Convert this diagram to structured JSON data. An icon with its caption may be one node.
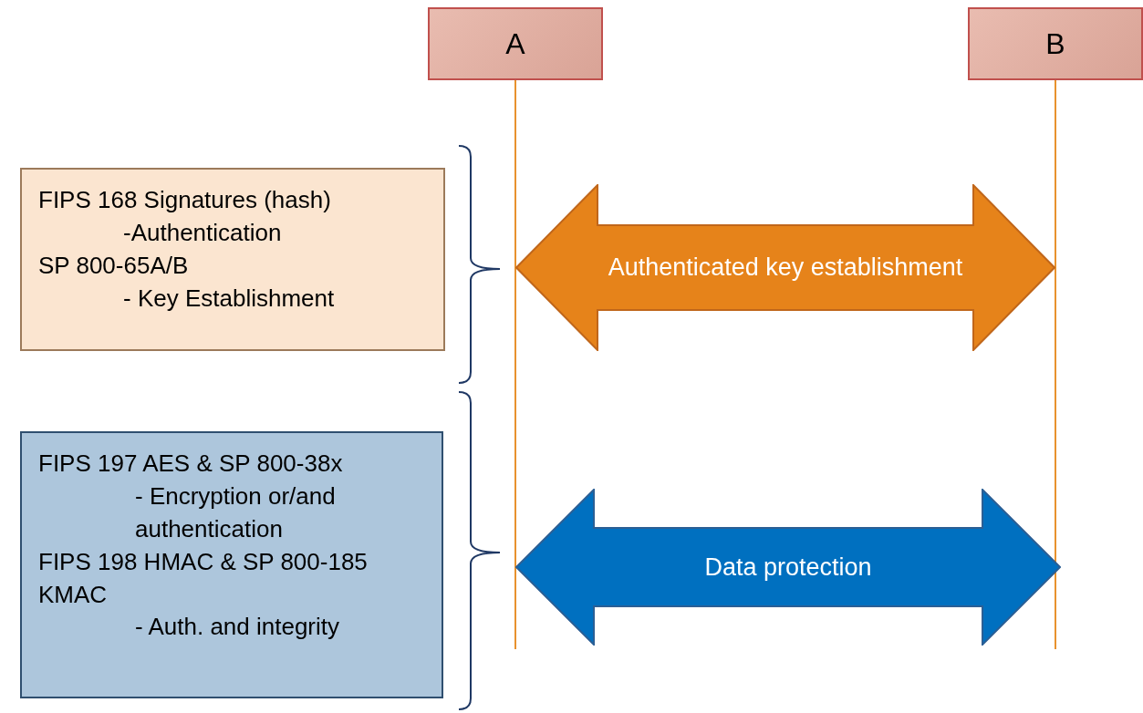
{
  "diagram": {
    "nodes": [
      {
        "text": [
          "A"
        ]
      },
      {
        "text": [
          "B"
        ]
      },
      {
        "text": [
          "FIPS 168 Signatures (hash)",
          "-Authentication",
          "SP 800-65A/B",
          "- Key Establishment"
        ]
      },
      {
        "text": [
          "FIPS 197 AES & SP 800-38x",
          "- Encryption or/and authentication",
          "FIPS 198 HMAC & SP 800-185 KMAC",
          "- Auth. and integrity"
        ]
      },
      {
        "text": [
          "Authenticated key establishment"
        ]
      },
      {
        "text": [
          "Data protection"
        ]
      }
    ],
    "edges": [
      {
        "from": 0,
        "to": null,
        "arrow": "none"
      },
      {
        "from": 1,
        "to": null,
        "arrow": "none"
      }
    ]
  }
}
